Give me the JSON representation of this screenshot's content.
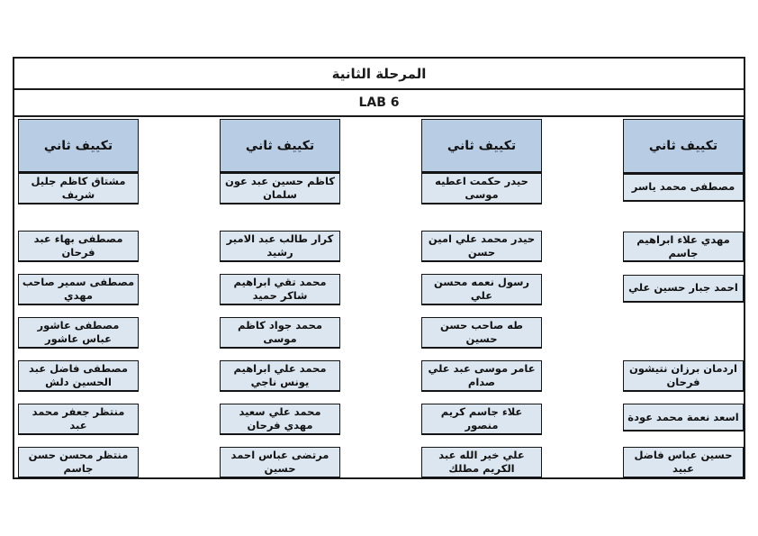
{
  "header": {
    "stage_title": "المرحلة الثانية",
    "lab_title": "LAB 6"
  },
  "group_label": "تكييف ثاني",
  "columns_right_to_left": [
    {
      "header": "تكييف ثاني",
      "students": [
        "مصطفى محمد ياسر",
        "مهدي علاء ابراهيم جاسم",
        "احمد جبار حسين علي",
        "",
        "اردمان برزان نتيشون فرحان",
        "اسعد نعمة محمد عودة",
        "حسين عباس فاضل عبيد"
      ]
    },
    {
      "header": "تكييف ثاني",
      "students": [
        "حيدر حكمت اعطيه موسى",
        "حيدر محمد علي امين حسن",
        "رسول نعمه محسن علي",
        "طه صاحب حسن حسين",
        "عامر موسى عبد علي صدام",
        "علاء جاسم كريم منصور",
        "علي خير الله عبد الكريم مطلك"
      ]
    },
    {
      "header": "تكييف ثاني",
      "students": [
        "كاظم حسين عبد عون سلمان",
        "كرار طالب عبد الامير رشيد",
        "محمد تقي ابراهيم شاكر حميد",
        "محمد جواد كاظم موسى",
        "محمد علي ابراهيم يونس ناجي",
        "محمد علي سعيد مهدي فرحان",
        "مرتضى عباس احمد حسين"
      ]
    },
    {
      "header": "تكييف ثاني",
      "students": [
        "مشتاق كاظم جليل شريف",
        "مصطفى بهاء عبد فرحان",
        "مصطفى سمير صاحب مهدي",
        "مصطفى عاشور عباس عاشور",
        "مصطفى فاضل عبد الحسين دلش",
        "منتظر جعفر محمد عبد",
        "منتظر محسن حسن جاسم"
      ]
    }
  ],
  "colors": {
    "header_fill": "#b8cce4",
    "name_fill": "#dce6f1",
    "border": "#1a1a1a"
  }
}
